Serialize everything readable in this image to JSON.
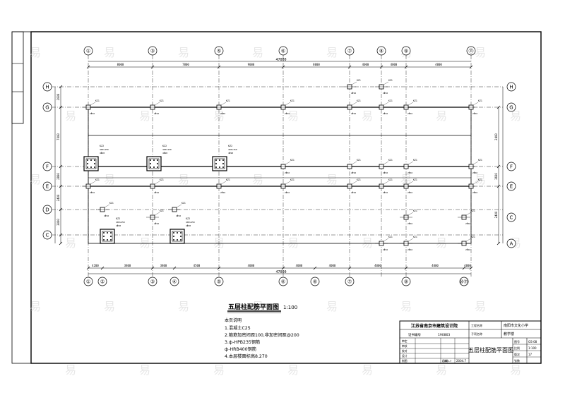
{
  "drawing": {
    "title": "五层柱配筋平面图",
    "scale": "1:100",
    "overall_dim_top": "47000",
    "overall_dim_bottom": "47000"
  },
  "grid_axes": {
    "top_labels": [
      "①",
      "③",
      "⑤",
      "⑥",
      "⑦",
      "⑧",
      "⑨",
      "⑪"
    ],
    "bottom_labels": [
      "①",
      "②",
      "③",
      "④",
      "⑤",
      "⑥",
      "⑥",
      "⑦",
      "⑨",
      "⑩⑪"
    ],
    "left_labels": [
      "H",
      "G",
      "F",
      "E",
      "D",
      "C"
    ],
    "right_labels": [
      "H",
      "G",
      "F",
      "E",
      "C",
      "A"
    ]
  },
  "dims": {
    "top_spans": [
      "8000",
      "7800",
      "9000",
      "8000",
      "4000",
      "4000",
      "4000"
    ],
    "bottom_spans": [
      "4200",
      "3800",
      "3800",
      "4500",
      "4000",
      "4000",
      "4000",
      "4000",
      "4000",
      "4000"
    ],
    "left_spans": [
      "2000",
      "7000",
      "2800",
      "2400",
      "3000"
    ],
    "right_spans": [
      "2400",
      "3600",
      "2400"
    ]
  },
  "notes": {
    "heading": "本页说明",
    "items": [
      "1.混凝土C25",
      "2.箍筋加密间距100,非加密间距@200",
      "3.ф-HPB235钢筋",
      "  ф-HRB400钢筋",
      "4.本层楼面标高8.270"
    ]
  },
  "title_block": {
    "company": "江苏省南京市建筑设计院",
    "cert_label": "证书编号",
    "cert_no": "190863",
    "project_label": "工程名称",
    "project_name": "南阳市文化小学",
    "sub_label": "子项名称",
    "sub_name": "教学楼",
    "drawing_title": "五层柱配筋平面图",
    "sheet_no_label": "图号",
    "sheet_no": "GS-08",
    "rows": [
      {
        "label": "审定",
        "value": ""
      },
      {
        "label": "审核",
        "value": ""
      },
      {
        "label": "校对",
        "value": ""
      },
      {
        "label": "设计",
        "value": ""
      },
      {
        "label": "制图",
        "value": "2004.7"
      }
    ],
    "scale_label": "比例",
    "scale_value": "1:100",
    "date_label": "日期",
    "date_value": "2004.7",
    "version_label": "版次",
    "version_value": "17",
    "page_label": "张数",
    "page_value": ""
  },
  "watermark": "易"
}
